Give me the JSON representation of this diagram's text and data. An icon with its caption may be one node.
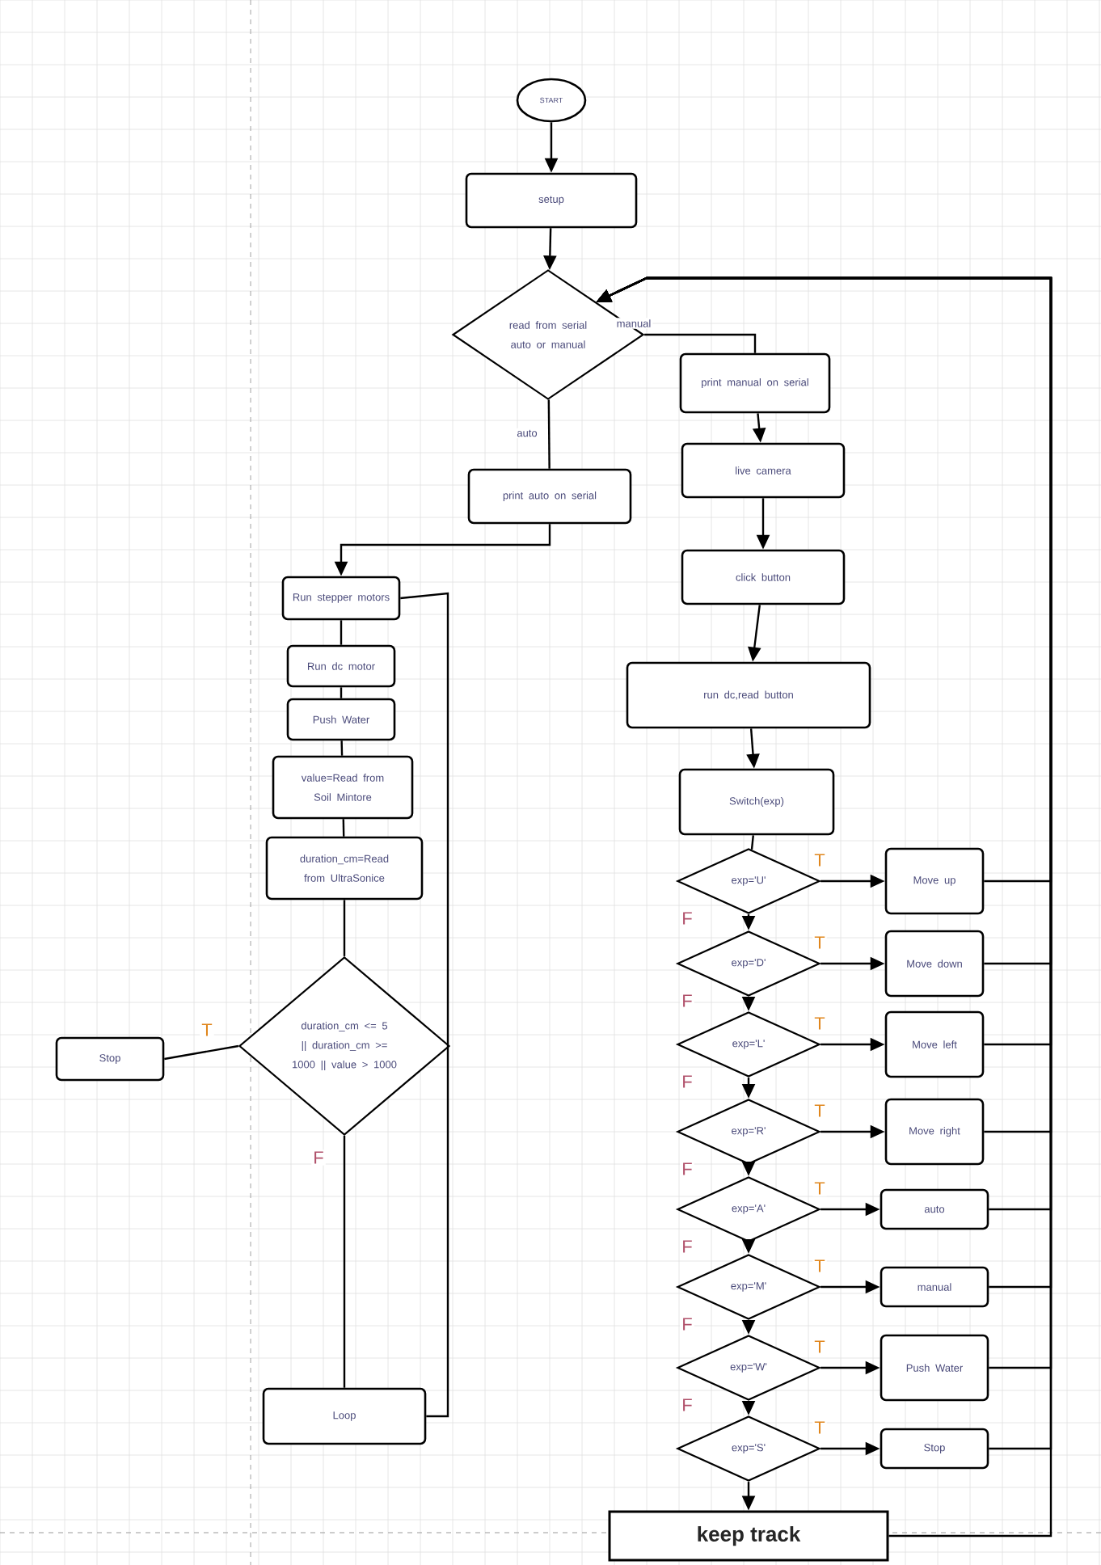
{
  "diagram": {
    "nodes": [
      {
        "text": [
          "START"
        ]
      },
      {
        "text": [
          "setup"
        ]
      },
      {
        "text": [
          "read from serial auto or manual"
        ]
      },
      {
        "text": [
          "print manual on serial"
        ]
      },
      {
        "text": [
          "live camera"
        ]
      },
      {
        "text": [
          "print auto on serial"
        ]
      },
      {
        "text": [
          "click button"
        ]
      },
      {
        "text": [
          "Run stepper motors"
        ]
      },
      {
        "text": [
          "Run dc motor"
        ]
      },
      {
        "text": [
          "Push Water"
        ]
      },
      {
        "text": [
          "value=Read from Soil Mintore"
        ]
      },
      {
        "text": [
          "duration_cm=Read from UltraSonice"
        ]
      },
      {
        "text": [
          "duration_cm <= 5 || duration_cm >= 1000 || value > 1000"
        ]
      },
      {
        "text": [
          "Stop"
        ]
      },
      {
        "text": [
          "Loop"
        ]
      },
      {
        "text": [
          "run dc,read button"
        ]
      },
      {
        "text": [
          "Switch(exp)"
        ]
      },
      {
        "text": [
          "exp='U'"
        ]
      },
      {
        "text": [
          "Move up"
        ]
      },
      {
        "text": [
          "exp='D'"
        ]
      },
      {
        "text": [
          "Move down"
        ]
      },
      {
        "text": [
          "exp='L'"
        ]
      },
      {
        "text": [
          "Move left"
        ]
      },
      {
        "text": [
          "exp='R'"
        ]
      },
      {
        "text": [
          "Move right"
        ]
      },
      {
        "text": [
          "exp='A'"
        ]
      },
      {
        "text": [
          "auto"
        ]
      },
      {
        "text": [
          "exp='M'"
        ]
      },
      {
        "text": [
          "manual"
        ]
      },
      {
        "text": [
          "exp='W'"
        ]
      },
      {
        "text": [
          "Push Water"
        ]
      },
      {
        "text": [
          "exp='S'"
        ]
      },
      {
        "text": [
          "Stop"
        ]
      },
      {
        "text": [
          "keep track"
        ]
      }
    ],
    "edges": [
      {
        "from": 0,
        "to": 1,
        "arrow": "to"
      },
      {
        "from": 1,
        "to": 2,
        "arrow": "to"
      },
      {
        "from": 2,
        "to": 3,
        "arrow": "none",
        "label": "manual"
      },
      {
        "from": 2,
        "to": 5,
        "arrow": "none",
        "label": "auto"
      },
      {
        "from": 3,
        "to": 4,
        "arrow": "to"
      },
      {
        "from": 4,
        "to": 6,
        "arrow": "to"
      },
      {
        "from": 6,
        "to": 15,
        "arrow": "to"
      },
      {
        "from": 15,
        "to": 16,
        "arrow": "to"
      },
      {
        "from": 5,
        "to": 7,
        "arrow": "to"
      },
      {
        "from": 7,
        "to": 8,
        "arrow": "none"
      },
      {
        "from": 8,
        "to": 9,
        "arrow": "none"
      },
      {
        "from": 9,
        "to": 10,
        "arrow": "none"
      },
      {
        "from": 10,
        "to": 11,
        "arrow": "none"
      },
      {
        "from": 11,
        "to": 12,
        "arrow": "none"
      },
      {
        "from": 12,
        "to": 13,
        "arrow": "none",
        "label": "T"
      },
      {
        "from": 12,
        "to": 14,
        "arrow": "none",
        "label": "F"
      },
      {
        "from": 14,
        "to": 7,
        "arrow": "none"
      },
      {
        "from": 16,
        "to": 17,
        "arrow": "none"
      },
      {
        "from": 17,
        "to": 18,
        "arrow": "to",
        "label": "T"
      },
      {
        "from": 17,
        "to": 19,
        "arrow": "to",
        "label": "F"
      },
      {
        "from": 19,
        "to": 20,
        "arrow": "to",
        "label": "T"
      },
      {
        "from": 19,
        "to": 21,
        "arrow": "to",
        "label": "F"
      },
      {
        "from": 21,
        "to": 22,
        "arrow": "to",
        "label": "T"
      },
      {
        "from": 21,
        "to": 23,
        "arrow": "to",
        "label": "F"
      },
      {
        "from": 23,
        "to": 24,
        "arrow": "to",
        "label": "T"
      },
      {
        "from": 23,
        "to": 25,
        "arrow": "to",
        "label": "F"
      },
      {
        "from": 25,
        "to": 26,
        "arrow": "to",
        "label": "T"
      },
      {
        "from": 25,
        "to": 27,
        "arrow": "to",
        "label": "F"
      },
      {
        "from": 27,
        "to": 28,
        "arrow": "to",
        "label": "T"
      },
      {
        "from": 27,
        "to": 29,
        "arrow": "to",
        "label": "F"
      },
      {
        "from": 29,
        "to": 30,
        "arrow": "to",
        "label": "T"
      },
      {
        "from": 29,
        "to": 31,
        "arrow": "to",
        "label": "F"
      },
      {
        "from": 31,
        "to": 32,
        "arrow": "to",
        "label": "T"
      },
      {
        "from": 31,
        "to": 33,
        "arrow": "to"
      },
      {
        "from": 18,
        "to": 2,
        "arrow": "to"
      },
      {
        "from": 20,
        "to": 2,
        "arrow": "to"
      },
      {
        "from": 22,
        "to": 2,
        "arrow": "to"
      },
      {
        "from": 24,
        "to": 2,
        "arrow": "to"
      },
      {
        "from": 26,
        "to": 2,
        "arrow": "to"
      },
      {
        "from": 28,
        "to": 2,
        "arrow": "to"
      },
      {
        "from": 30,
        "to": 2,
        "arrow": "to"
      },
      {
        "from": 32,
        "to": 2,
        "arrow": "to"
      },
      {
        "from": 33,
        "to": 2,
        "arrow": "to"
      }
    ]
  }
}
